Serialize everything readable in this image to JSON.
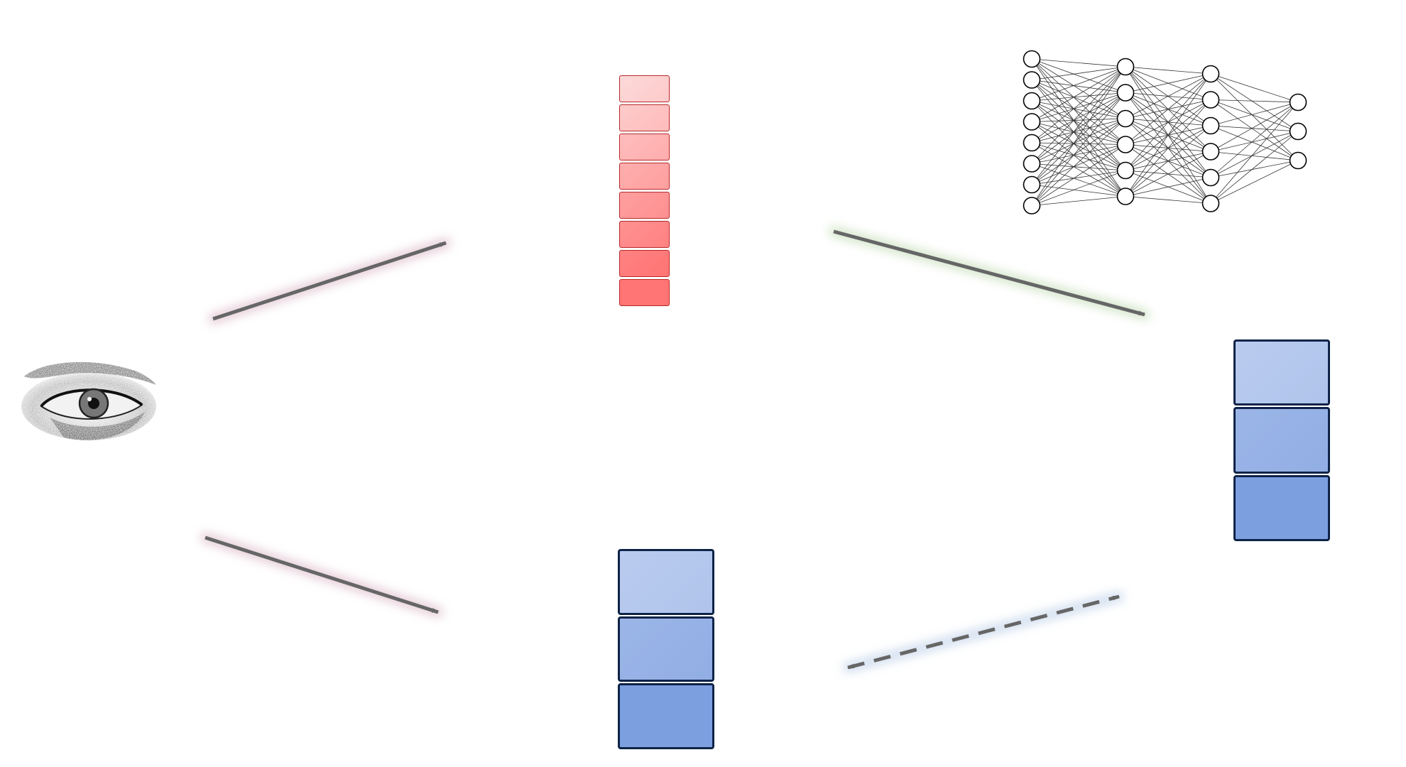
{
  "diagram": {
    "background": "#ffffff",
    "arrow_color": "#666666",
    "icons": {
      "observer": "eye-icon",
      "model": "neural-network-icon"
    },
    "red_vector": {
      "cells": 8,
      "gradient": [
        "#fdd9d9",
        "#ff7474"
      ],
      "border": "#b82828"
    },
    "blue_stack_left": {
      "cells": 3,
      "gradient": [
        "#b9cbee",
        "#7c9fdf"
      ],
      "border": "#0e2347"
    },
    "blue_stack_right": {
      "cells": 3,
      "gradient": [
        "#b9cbee",
        "#7c9fdf"
      ],
      "border": "#0e2347"
    },
    "neural_network": {
      "layers": [
        8,
        6,
        6,
        3
      ],
      "node_stroke": "#000000",
      "edge_color": "#333333"
    },
    "arrows": [
      {
        "id": "eye-to-red-vector",
        "style": "solid",
        "heads": "end",
        "glow": "#d9b4c4"
      },
      {
        "id": "eye-to-blue-stack",
        "style": "solid",
        "heads": "end",
        "glow": "#d9b4c4"
      },
      {
        "id": "red-vector-to-blue-stack",
        "style": "solid",
        "heads": "end",
        "glow": "#c3dcb5"
      },
      {
        "id": "blue-stacks-compare",
        "style": "dashed",
        "heads": "both",
        "glow": "#c3d4ea"
      }
    ]
  }
}
